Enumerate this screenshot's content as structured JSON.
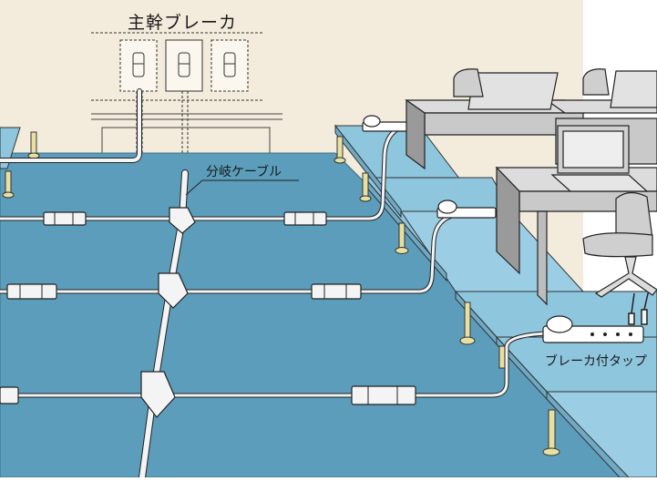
{
  "labels": {
    "main_breaker": "主幹ブレーカ",
    "branch_cable": "分岐ケーブル",
    "breaker_tap": "ブレーカ付タップ"
  },
  "colors": {
    "wall": "#f3ecdc",
    "floor_panel": "#5b9dbb",
    "raised_panel": "#8ec6de",
    "panel_edge": "#3d6f88",
    "cable": "#f4f4f4",
    "outline": "#222222",
    "furniture": "#c9c9c9",
    "furniture_dark": "#9a9a9a",
    "pedestal": "#e8dfa2"
  }
}
